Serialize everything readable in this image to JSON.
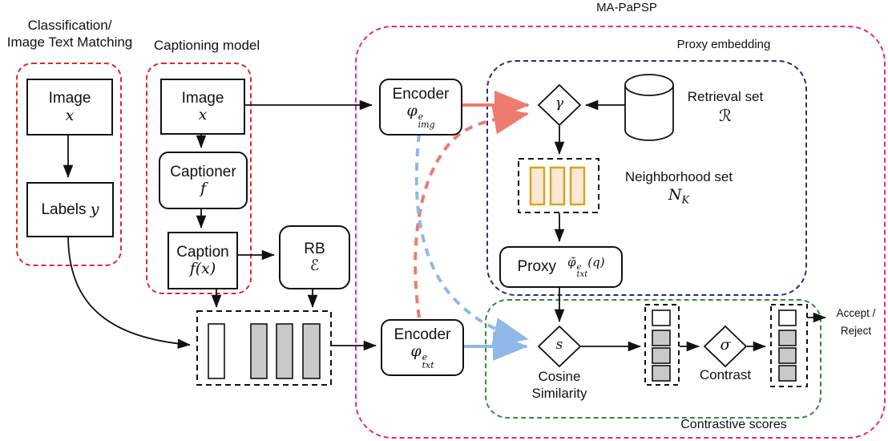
{
  "titles": {
    "classification_line1": "Classification/",
    "classification_line2": "Image Text Matching",
    "captioning": "Captioning model",
    "mapapsp": "MA-PaPSP",
    "proxy_embedding": "Proxy embedding",
    "contrastive_scores": "Contrastive scores"
  },
  "nodes": {
    "image_clf": {
      "label": "Image",
      "math": "x"
    },
    "labels_y": {
      "label": "Labels",
      "math": "y"
    },
    "image_cap": {
      "label": "Image",
      "math": "x"
    },
    "captioner": {
      "label": "Captioner",
      "math": "f"
    },
    "caption": {
      "label": "Caption",
      "math": "f(x)"
    },
    "rb": {
      "label": "RB",
      "math": "ℰ"
    },
    "encoder_img": {
      "label": "Encoder",
      "symbol": "φ",
      "sup": "e",
      "sub": "img"
    },
    "encoder_txt": {
      "label": "Encoder",
      "symbol": "φ",
      "sup": "e",
      "sub": "txt"
    },
    "gamma": {
      "symbol": "γ"
    },
    "retrieval": {
      "label": "Retrieval set",
      "math": "ℛ"
    },
    "neighborhood": {
      "label": "Neighborhood set",
      "symbol": "N",
      "sub": "K"
    },
    "proxy": {
      "label": "Proxy",
      "symbol": "φ̃",
      "sup": "e",
      "sub": "txt",
      "suffix": "(q)"
    },
    "s_diamond": {
      "symbol": "s"
    },
    "cosine": {
      "line1": "Cosine",
      "line2": "Similarity"
    },
    "sigma": {
      "symbol": "σ"
    },
    "contrast": {
      "label": "Contrast"
    },
    "accept_reject": {
      "line1": "Accept /",
      "line2": "Reject"
    }
  },
  "colors": {
    "red_dashed": "#e12727",
    "magenta_dashed": "#e8218e",
    "navy_dashed": "#2b2b80",
    "green_dashed": "#378a38",
    "salmon_arrow": "#ee7b6f",
    "blue_arrow": "#8fb8e8",
    "orange_bar_border": "#d9a520",
    "orange_bar_fill": "#fbe8d5",
    "gray_bar_fill": "#c9c9c9",
    "black": "#111111"
  }
}
